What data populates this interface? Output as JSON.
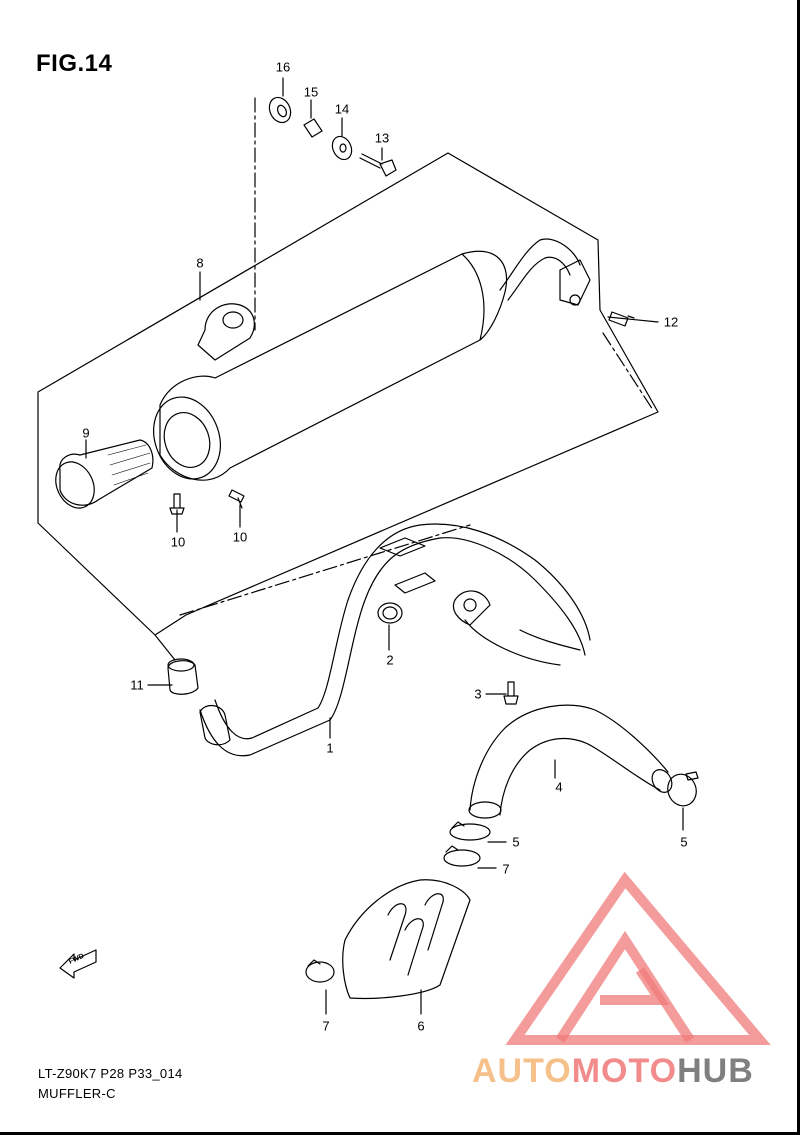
{
  "figure_title": "FIG.14",
  "callouts": [
    {
      "id": "c16",
      "text": "16"
    },
    {
      "id": "c15",
      "text": "15"
    },
    {
      "id": "c14",
      "text": "14"
    },
    {
      "id": "c13",
      "text": "13"
    },
    {
      "id": "c8",
      "text": "8"
    },
    {
      "id": "c12",
      "text": "12"
    },
    {
      "id": "c9",
      "text": "9"
    },
    {
      "id": "c10a",
      "text": "10"
    },
    {
      "id": "c10b",
      "text": "10"
    },
    {
      "id": "c2",
      "text": "2"
    },
    {
      "id": "c11",
      "text": "11"
    },
    {
      "id": "c3",
      "text": "3"
    },
    {
      "id": "c1",
      "text": "1"
    },
    {
      "id": "c4",
      "text": "4"
    },
    {
      "id": "c5a",
      "text": "5"
    },
    {
      "id": "c5b",
      "text": "5"
    },
    {
      "id": "c7a",
      "text": "7"
    },
    {
      "id": "c7b",
      "text": "7"
    },
    {
      "id": "c6",
      "text": "6"
    }
  ],
  "footer": {
    "code": "LT-Z90K7 P28 P33_014",
    "name": "MUFFLER-C"
  },
  "fwd_label": "FWD",
  "watermark": {
    "part1": "AUTO",
    "part2": "MOTO",
    "part3": "HUB",
    "color_auto": "#f6c08a",
    "color_moto": "#f28c8c",
    "color_hub": "#7f7f7f",
    "mark_color": "#f07b7b"
  }
}
